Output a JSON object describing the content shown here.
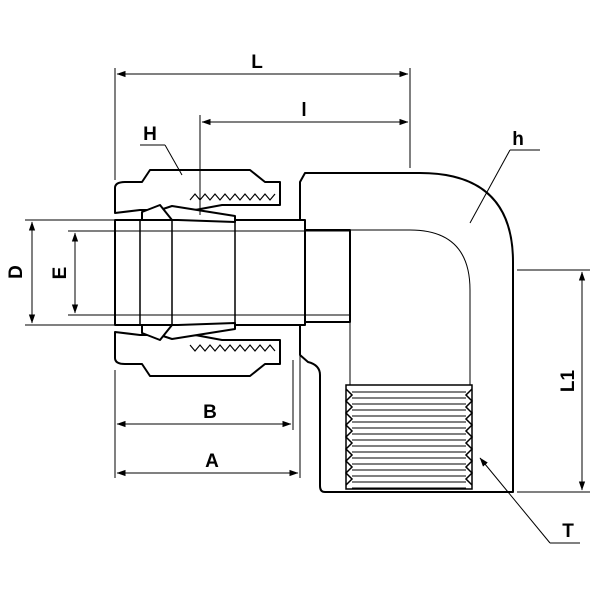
{
  "diagram": {
    "labels": {
      "L": "L",
      "l": "l",
      "H": "H",
      "h": "h",
      "D": "D",
      "E": "E",
      "B": "B",
      "A": "A",
      "L1": "L1",
      "T": "T"
    }
  }
}
